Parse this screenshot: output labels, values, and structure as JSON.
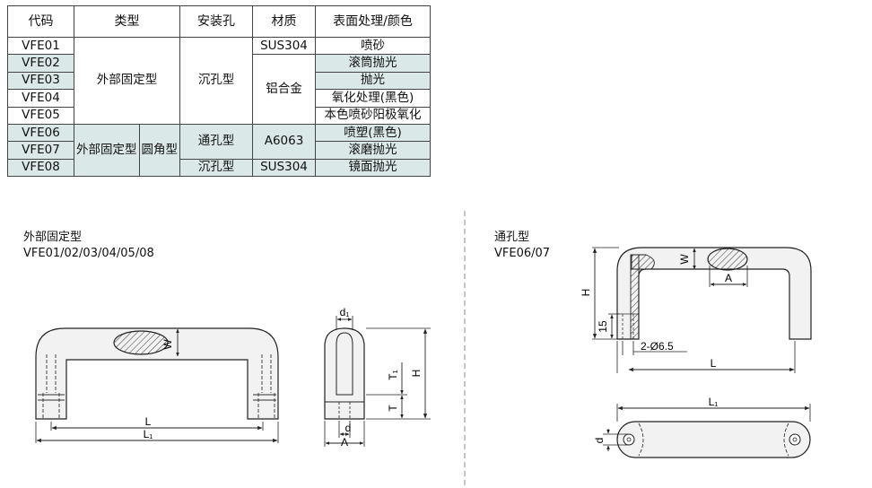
{
  "table": {
    "headers": {
      "code": "代码",
      "type": "类型",
      "hole": "安装孔",
      "material": "材质",
      "finish": "表面处理/颜色"
    },
    "codes": [
      "VFE01",
      "VFE02",
      "VFE03",
      "VFE04",
      "VFE05",
      "VFE06",
      "VFE07",
      "VFE08"
    ],
    "type_outer": "外部固定型",
    "type_outer_2": "外部固定型",
    "type_round": "圆角型",
    "hole_countersunk": "沉孔型",
    "hole_through": "通孔型",
    "hole_countersunk_2": "沉孔型",
    "mat_sus": "SUS304",
    "mat_al": "铝合金",
    "mat_a6063": "A6063",
    "mat_sus_2": "SUS304",
    "finishes": [
      "喷砂",
      "滚筒抛光",
      "抛光",
      "氧化处理(黑色)",
      "本色喷砂阳极氧化",
      "喷塑(黑色)",
      "滚磨抛光",
      "镜面抛光"
    ],
    "shaded_rows": [
      1,
      2,
      5,
      6,
      7
    ]
  },
  "left_view": {
    "title": "外部固定型",
    "codes": "VFE01/02/03/04/05/08"
  },
  "right_view": {
    "title": "通孔型",
    "codes": "VFE06/07"
  },
  "dims": {
    "W": "W",
    "L": "L",
    "L1": "L₁",
    "d1": "d₁",
    "T1": "T₁",
    "T": "T",
    "H": "H",
    "d": "d",
    "A": "A",
    "W2": "W",
    "A2": "A",
    "H2": "H",
    "n15": "15",
    "hole": "2-Ø6.5",
    "L2": "L",
    "L12": "L₁",
    "d2": "d"
  }
}
